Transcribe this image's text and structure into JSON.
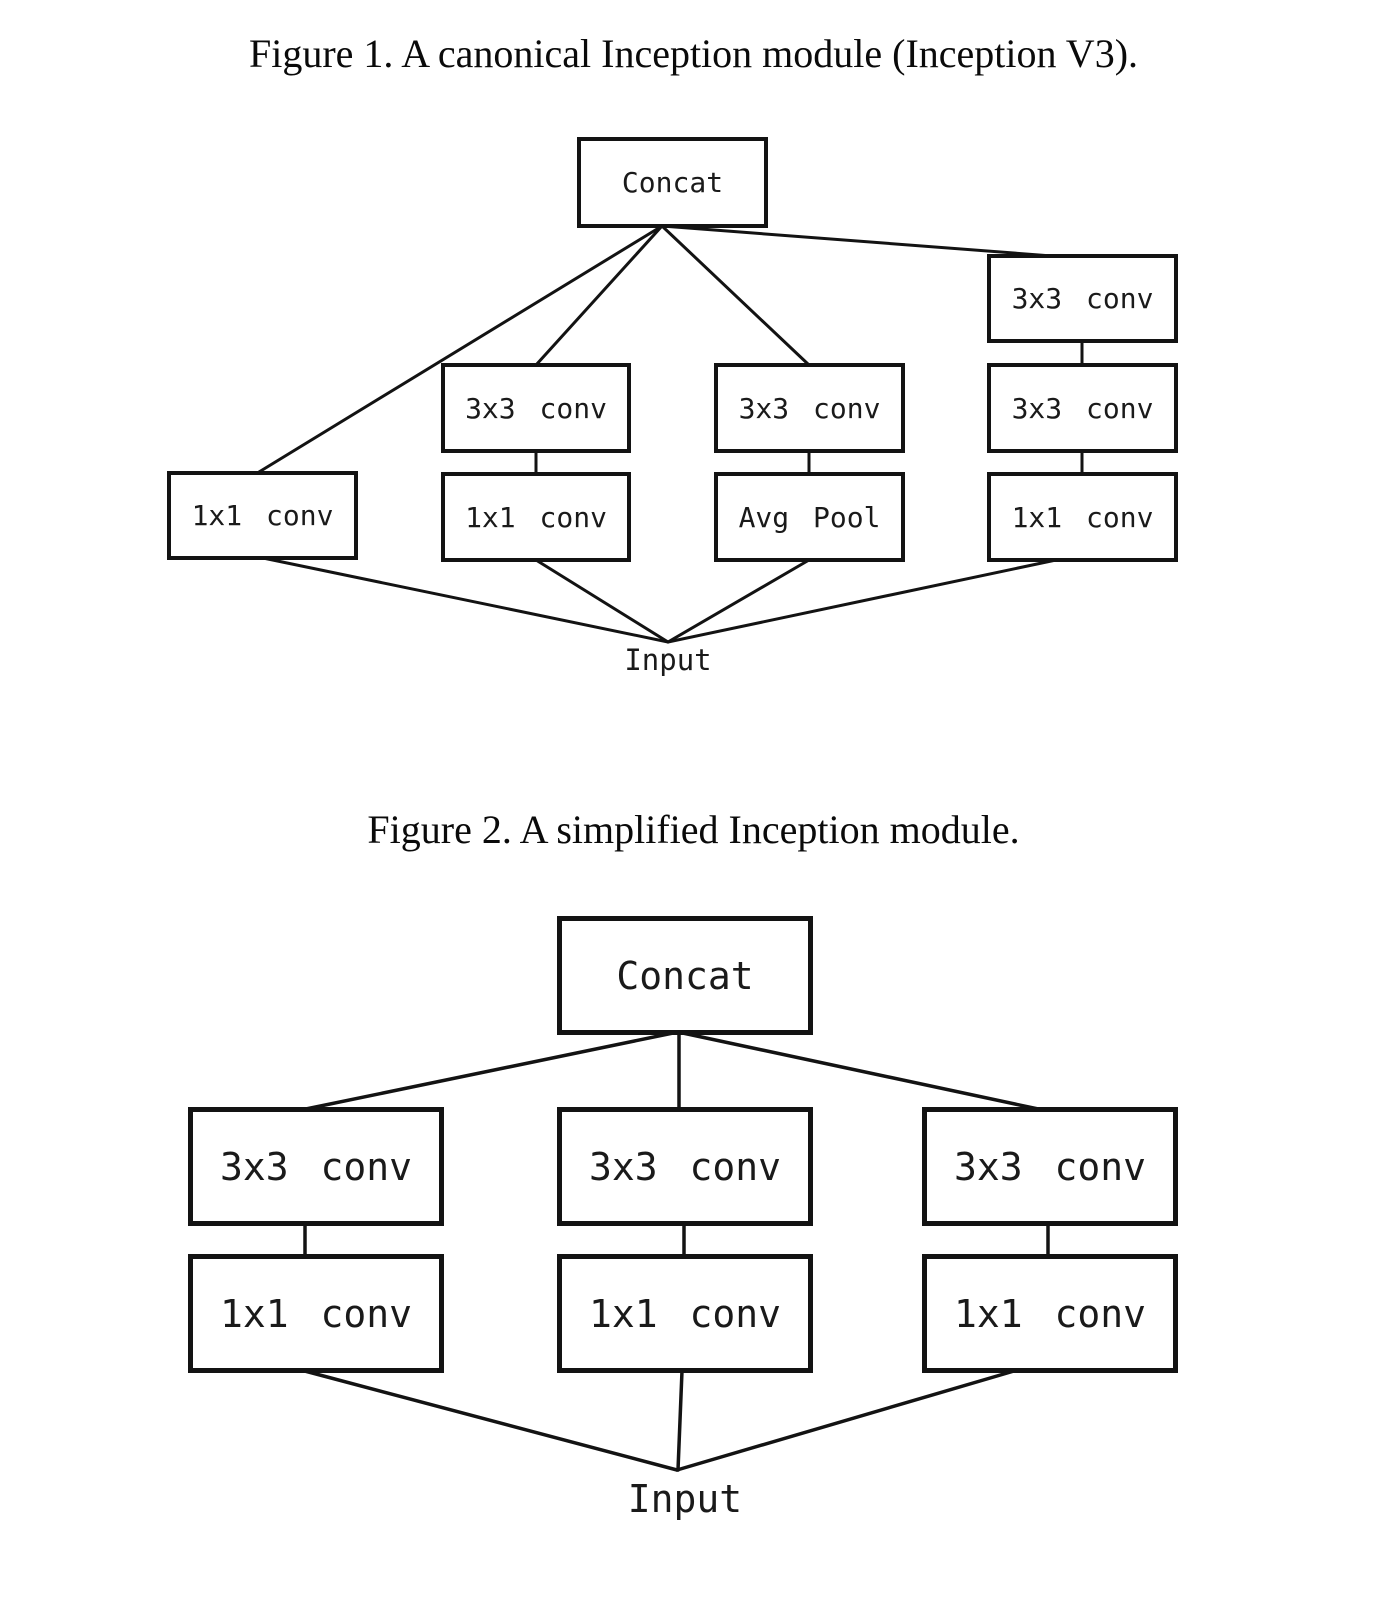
{
  "page": {
    "background_color": "#ffffff",
    "line_color": "#131313"
  },
  "figure1": {
    "title": "Figure 1. A canonical Inception module (Inception V3).",
    "concat_label": "Concat",
    "input_label": "Input",
    "branches": [
      {
        "boxes": [
          "1x1 conv"
        ]
      },
      {
        "boxes": [
          "3x3 conv",
          "1x1 conv"
        ]
      },
      {
        "boxes": [
          "3x3 conv",
          "Avg Pool"
        ]
      },
      {
        "boxes": [
          "3x3 conv",
          "3x3 conv",
          "1x1 conv"
        ]
      }
    ]
  },
  "figure2": {
    "title": "Figure 2. A simplified Inception module.",
    "concat_label": "Concat",
    "input_label": "Input",
    "branches": [
      {
        "boxes": [
          "3x3 conv",
          "1x1 conv"
        ]
      },
      {
        "boxes": [
          "3x3 conv",
          "1x1 conv"
        ]
      },
      {
        "boxes": [
          "3x3 conv",
          "1x1 conv"
        ]
      }
    ]
  }
}
